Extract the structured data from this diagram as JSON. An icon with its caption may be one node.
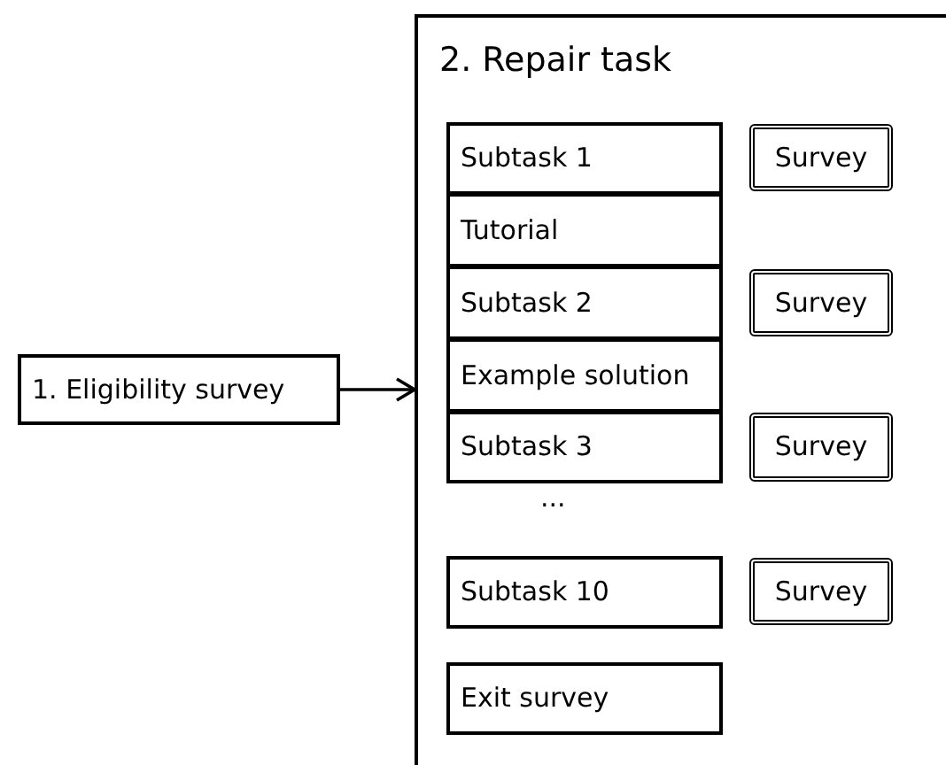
{
  "diagram": {
    "nodes": [
      {
        "text": [
          "1. Eligibility survey"
        ]
      },
      {
        "text": [
          "2. Repair task"
        ]
      },
      {
        "text": [
          "Subtask 1"
        ],
        "in": 1
      },
      {
        "text": [
          "Survey"
        ],
        "in": 1
      },
      {
        "text": [
          "Tutorial"
        ],
        "in": 1
      },
      {
        "text": [
          "Subtask 2"
        ],
        "in": 1
      },
      {
        "text": [
          "Survey"
        ],
        "in": 1
      },
      {
        "text": [
          "Example solution"
        ],
        "in": 1
      },
      {
        "text": [
          "Subtask 3"
        ],
        "in": 1
      },
      {
        "text": [
          "Survey"
        ],
        "in": 1
      },
      {
        "text": [
          "Subtask 10"
        ],
        "in": 1
      },
      {
        "text": [
          "Survey"
        ],
        "in": 1
      },
      {
        "text": [
          "Exit survey"
        ],
        "in": 1
      }
    ],
    "edges": [
      {
        "from": 0,
        "to": 1,
        "arrow": "to"
      }
    ],
    "labels": [
      "..."
    ]
  }
}
